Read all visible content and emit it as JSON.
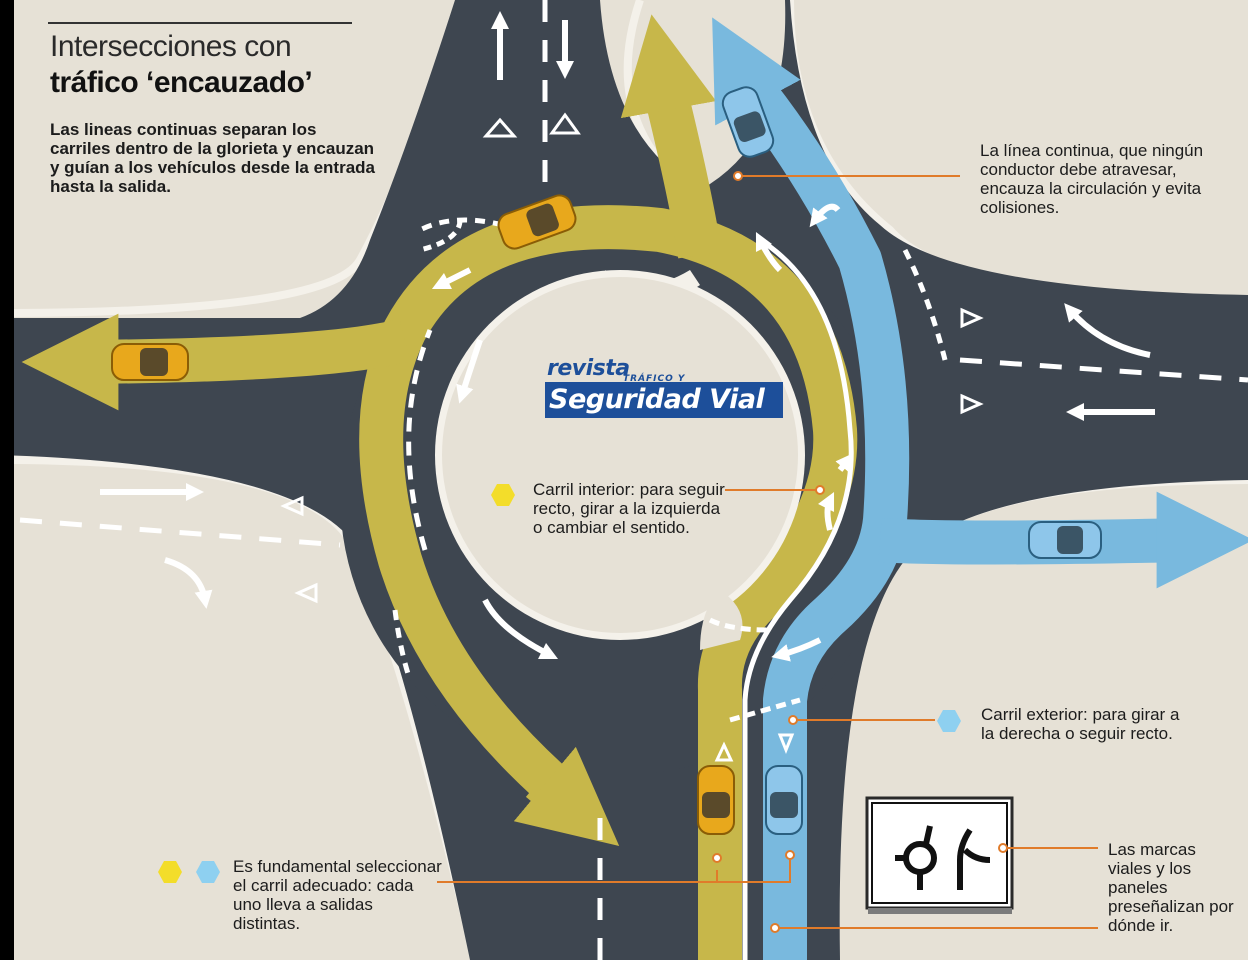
{
  "title": {
    "line1": "Intersecciones con",
    "line2": "tráfico ‘encauzado’"
  },
  "intro": "Las lineas continuas separan los carriles dentro de la glorieta y encauzan y guían a los vehículos desde la entrada hasta la salida.",
  "notes": {
    "solid_line": "La línea continua, que ningún conductor debe atravesar, encauza la circulación y evita colisiones.",
    "inner_lane": "Carril interior: para seguir recto, girar a la izquierda o cambiar el sentido.",
    "outer_lane": "Carril exterior: para girar a la derecha o seguir recto.",
    "select_lane": "Es fundamental seleccionar el carril adecuado: cada uno lleva a salidas distintas.",
    "signs": "Las marcas viales y los paneles preseñalizan por dónde ir."
  },
  "logo": {
    "line1": "revista",
    "line2": "TRÁFICO Y",
    "line3": "Seguridad Vial"
  },
  "colors": {
    "background": "#e6e1d6",
    "road": "#3e4650",
    "yellow_lane": "#c7b74a",
    "blue_lane": "#79b9de",
    "yellow_marker": "#f3dd2a",
    "blue_marker": "#8ed0f0",
    "callout_line": "#e07b2a",
    "brand": "#1d4f9a"
  },
  "icons": [
    "car-icon",
    "lane-arrow-icon",
    "roundabout-sign-icon",
    "hexagon-marker-icon"
  ]
}
